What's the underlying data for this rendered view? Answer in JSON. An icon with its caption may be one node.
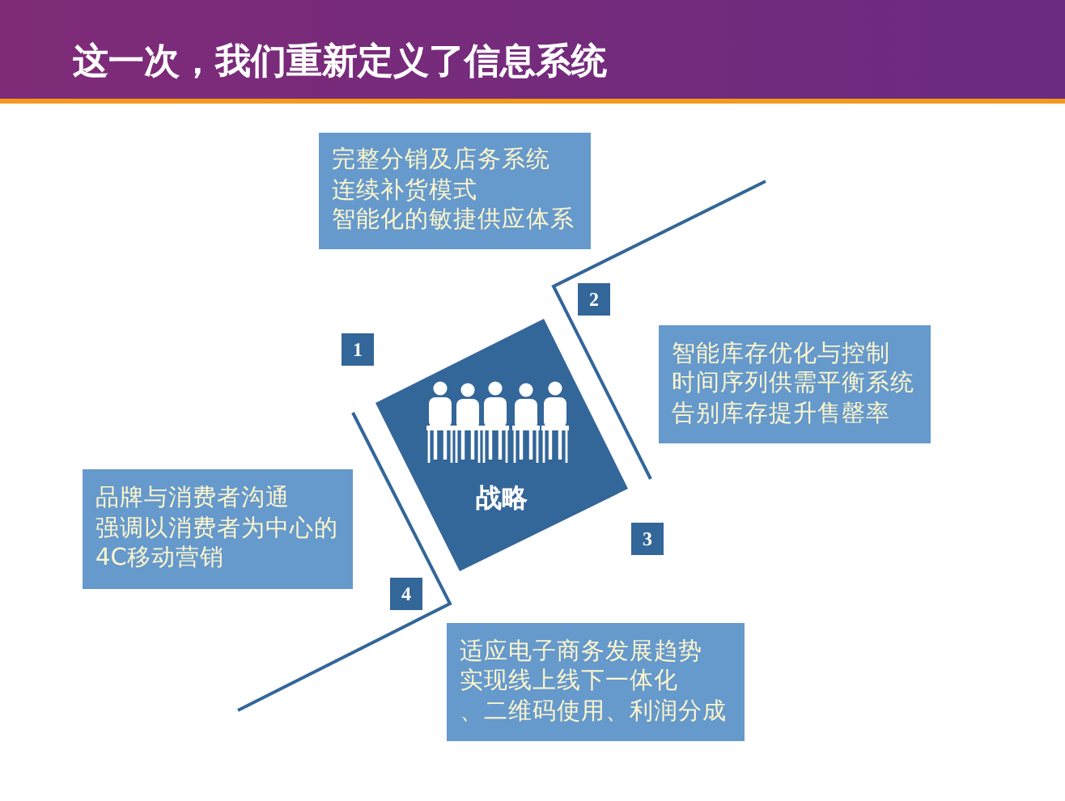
{
  "diagram": {
    "title": "这一次，我们重新定义了信息系统",
    "nodes": [
      {
        "text": [
          "战略"
        ]
      },
      {
        "text": [
          "1"
        ]
      },
      {
        "text": [
          "完整分销及店务系统",
          "连续补货模式",
          "智能化的敏捷供应体系"
        ]
      },
      {
        "text": [
          "2"
        ]
      },
      {
        "text": [
          "智能库存优化与控制",
          "时间序列供需平衡系统",
          "告别库存提升售罄率"
        ]
      },
      {
        "text": [
          "3"
        ]
      },
      {
        "text": [
          "适应电子商务发展趋势",
          "实现线上线下一体化",
          "、二维码使用、利润分成"
        ]
      },
      {
        "text": [
          "4"
        ]
      },
      {
        "text": [
          "品牌与消费者沟通",
          "强调以消费者为中心的",
          "4C移动营销"
        ]
      }
    ]
  }
}
